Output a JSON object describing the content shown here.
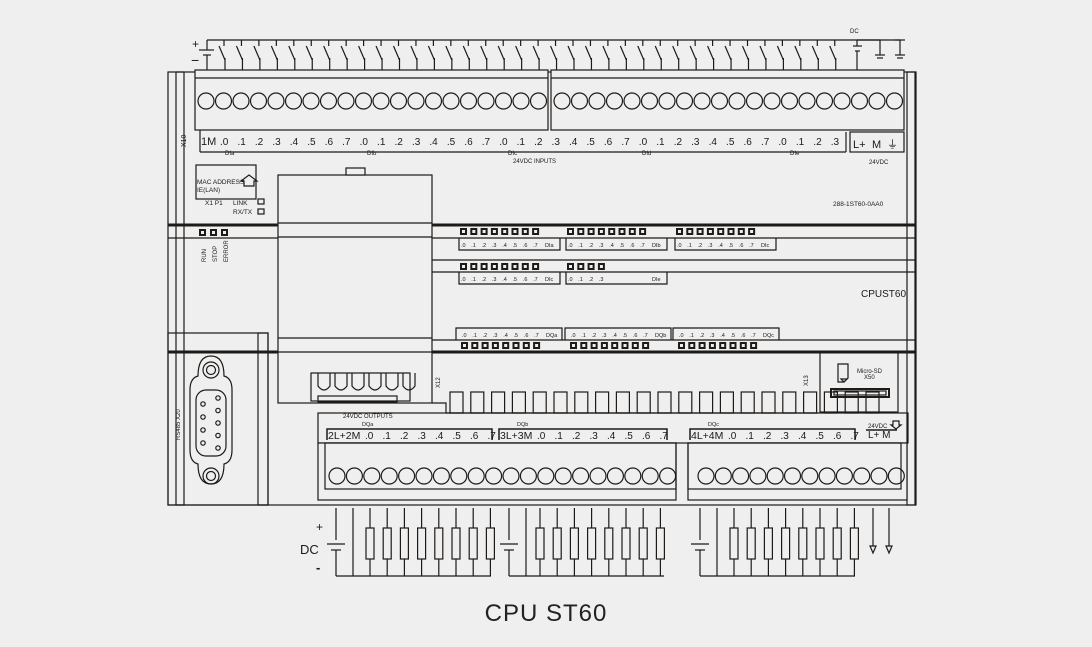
{
  "caption": "CPU ST60",
  "model_label": "CPUST60",
  "order_number": "288-1ST60-0AA0",
  "top_connector": {
    "label_x10": "X10",
    "common": "1M",
    "channels": [
      ".0",
      ".1",
      ".2",
      ".3",
      ".4",
      ".5",
      ".6",
      ".7",
      ".0",
      ".1",
      ".2",
      ".3",
      ".4",
      ".5",
      ".6",
      ".7",
      ".0",
      ".1",
      ".2",
      ".3",
      ".4",
      ".5",
      ".6",
      ".7",
      ".0",
      ".1",
      ".2",
      ".3",
      ".4",
      ".5",
      ".6",
      ".7",
      ".0",
      ".1",
      ".2",
      ".3"
    ],
    "groups": [
      "DIa",
      "DIb",
      "DIc",
      "DId",
      "DIe"
    ],
    "inputs_label": "24VDC INPUTS",
    "power_labels": [
      "L+",
      "M",
      "⏚"
    ],
    "power_caption": "24VDC",
    "supply_plus": "+",
    "supply_minus": "−",
    "dc_label": "DC"
  },
  "ethernet": {
    "mac_label": "MAC ADDRESS",
    "lan_label": "IE(LAN)",
    "port_label": "X1  P1",
    "link_label": "LINK",
    "rxtx_label": "RX/TX"
  },
  "status_leds": [
    "RUN",
    "STOP",
    "ERROR"
  ],
  "input_leds": {
    "row1": [
      {
        "group": "DIa",
        "labels": [
          ".0",
          ".1",
          ".2",
          ".3",
          ".4",
          ".5",
          ".6",
          ".7"
        ]
      },
      {
        "group": "DIb",
        "labels": [
          ".0",
          ".1",
          ".2",
          ".3",
          ".4",
          ".5",
          ".6",
          ".7"
        ]
      },
      {
        "group": "DIc",
        "labels": [
          ".0",
          ".1",
          ".2",
          ".3",
          ".4",
          ".5",
          ".6",
          ".7"
        ]
      }
    ],
    "row2": [
      {
        "group": "DIc",
        "labels": [
          ".0",
          ".1",
          ".2",
          ".3",
          ".4",
          ".5",
          ".6",
          ".7"
        ]
      },
      {
        "group": "DIe",
        "labels": [
          ".0",
          ".1",
          ".2",
          ".3"
        ]
      }
    ]
  },
  "output_leds": [
    {
      "group": "DQa",
      "labels": [
        ".0",
        ".1",
        ".2",
        ".3",
        ".4",
        ".5",
        ".6",
        ".7"
      ]
    },
    {
      "group": "DQb",
      "labels": [
        ".0",
        ".1",
        ".2",
        ".3",
        ".4",
        ".5",
        ".6",
        ".7"
      ]
    },
    {
      "group": "DQc",
      "labels": [
        ".0",
        ".1",
        ".2",
        ".3",
        ".4",
        ".5",
        ".6",
        ".7"
      ]
    }
  ],
  "x12_label": "X12",
  "x13_label": "X13",
  "rs485_label": "RS485 X20",
  "microsd": {
    "label": "Micro-SD",
    "port": "X50"
  },
  "bottom_connector": {
    "title": "24VDC   OUTPUTS",
    "blocks": [
      {
        "group": "DQa",
        "common": "2L+2M",
        "labels": [
          ".0",
          ".1",
          ".2",
          ".3",
          ".4",
          ".5",
          ".6",
          ".7"
        ]
      },
      {
        "group": "DQb",
        "common": "3L+3M",
        "labels": [
          ".0",
          ".1",
          ".2",
          ".3",
          ".4",
          ".5",
          ".6",
          ".7"
        ]
      },
      {
        "group": "DQc",
        "common": "4L+4M",
        "labels": [
          ".0",
          ".1",
          ".2",
          ".3",
          ".4",
          ".5",
          ".6",
          ".7"
        ]
      }
    ],
    "sensor_supply": {
      "caption": "24VDC",
      "labels": "L+ M"
    },
    "dc_plus": "+",
    "dc_label": "DC",
    "dc_minus": "-"
  }
}
